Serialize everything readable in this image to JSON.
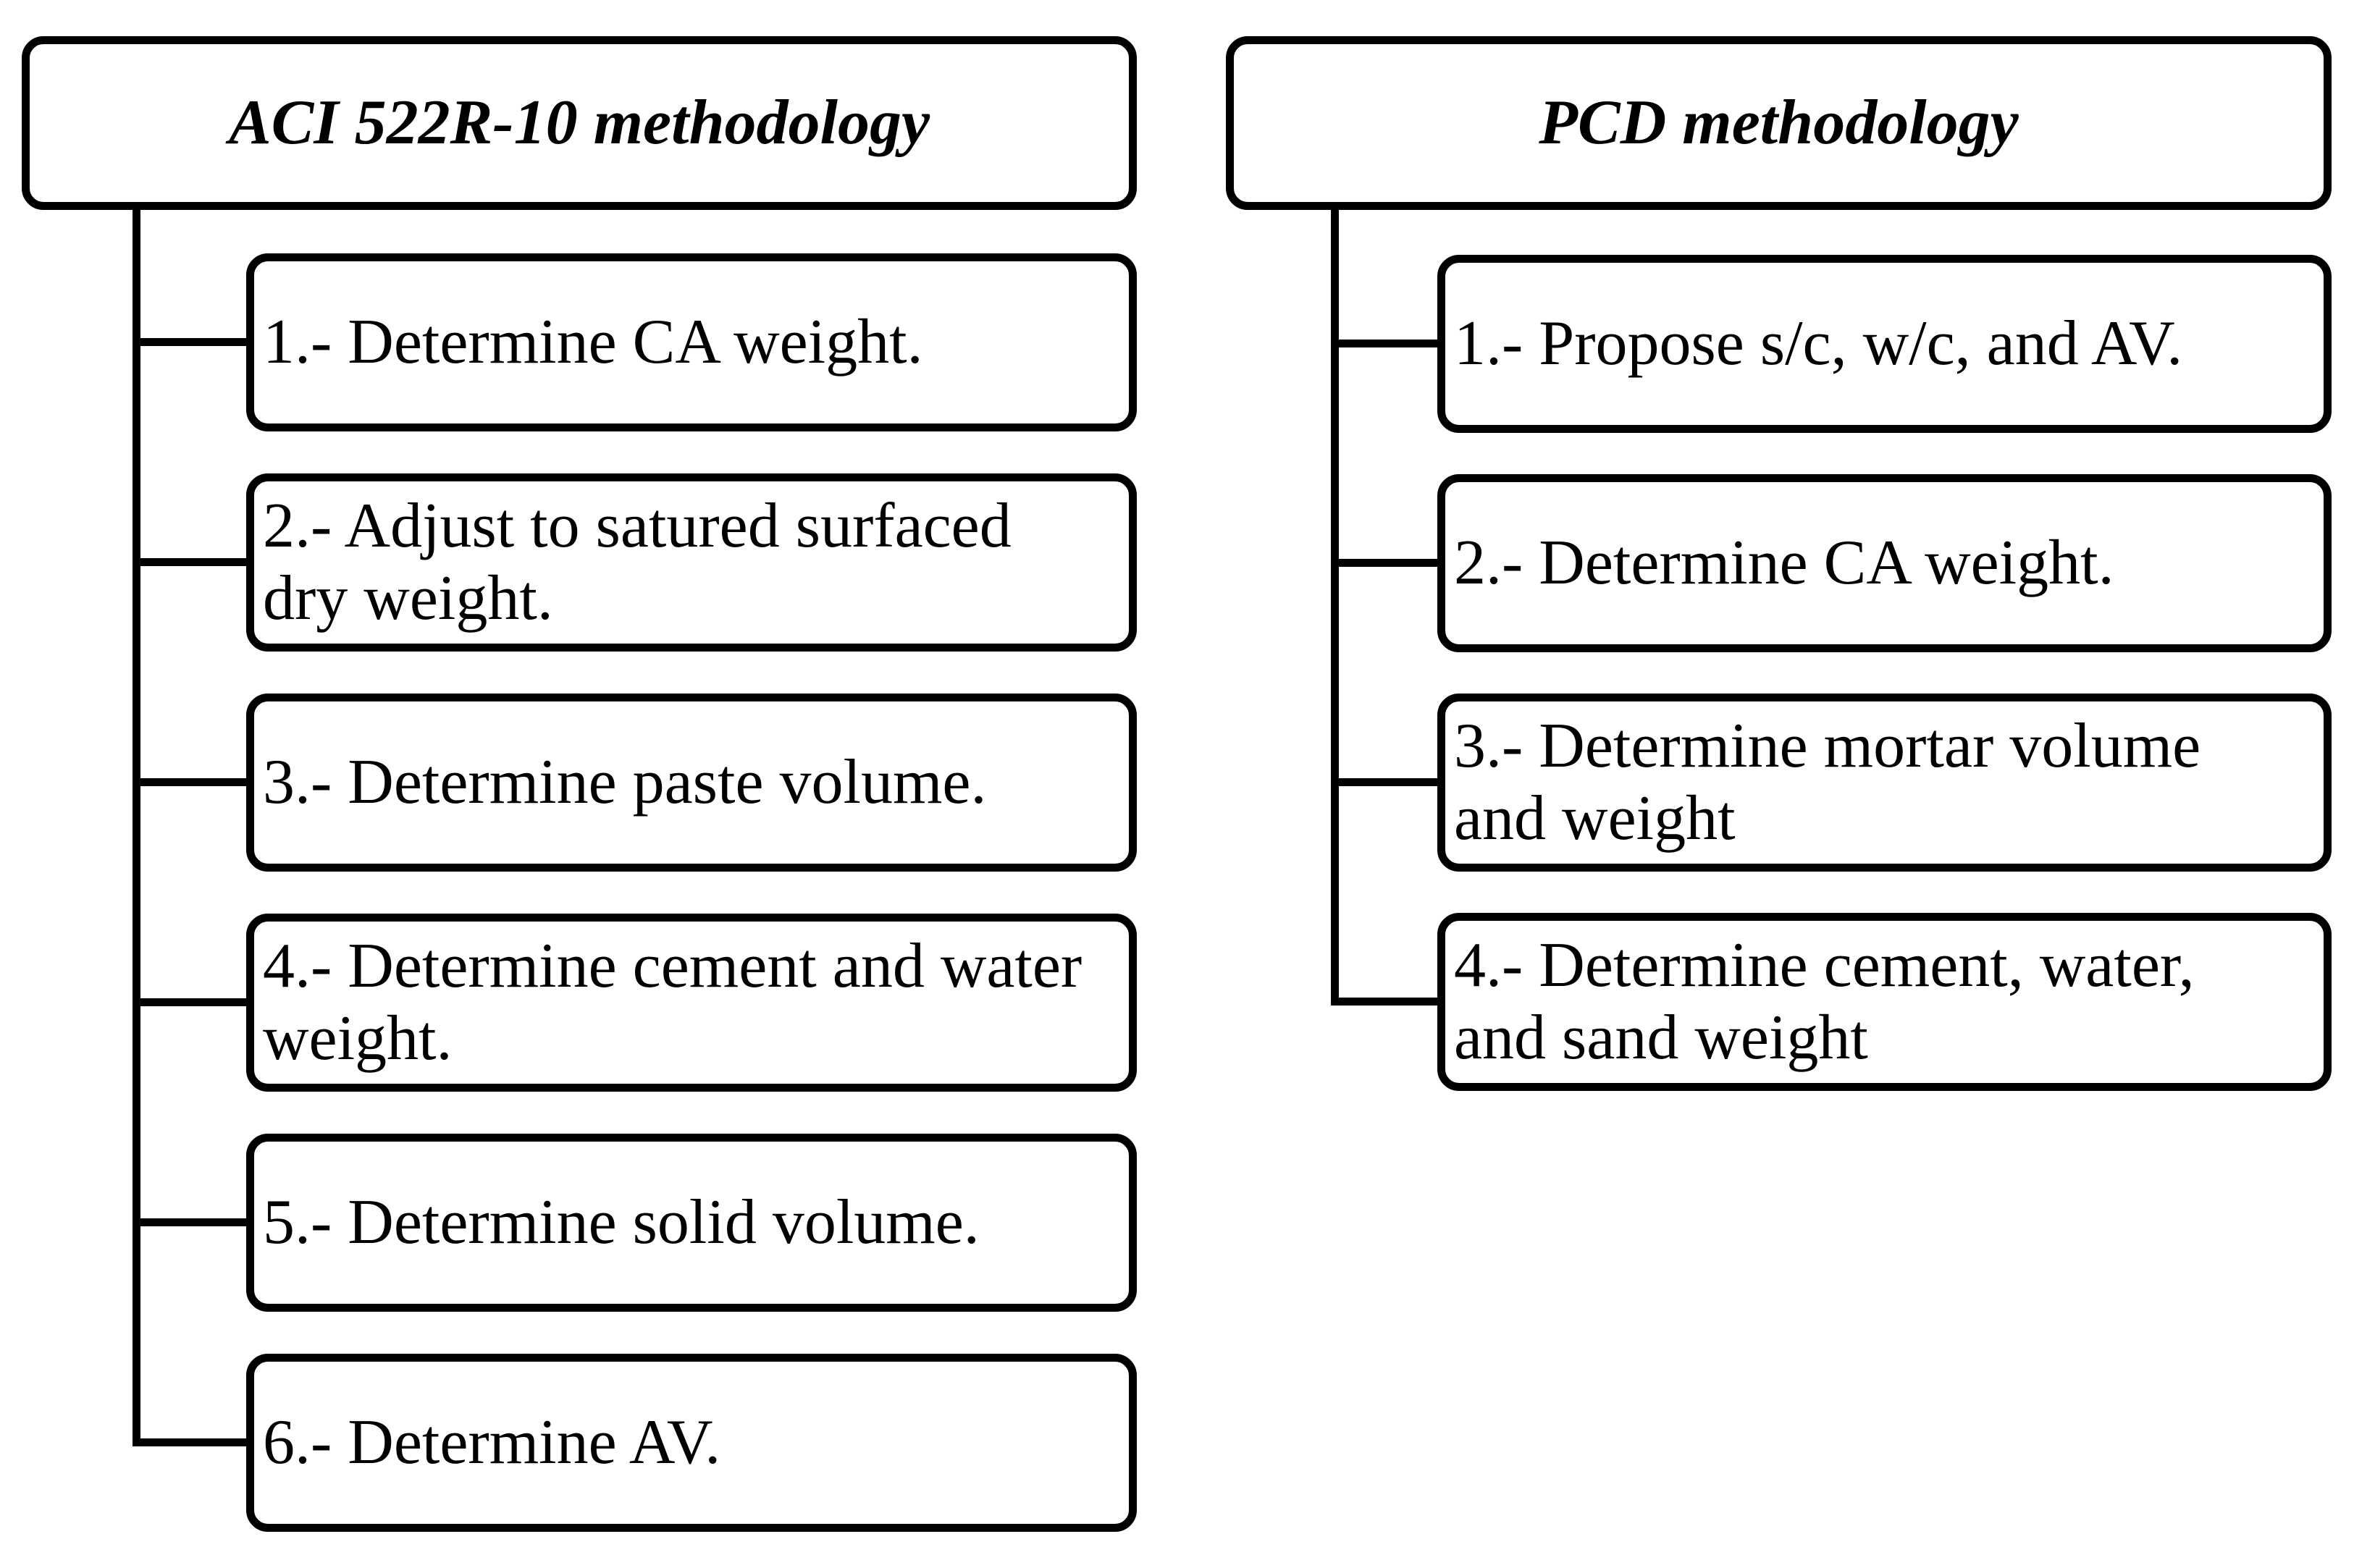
{
  "columns": [
    {
      "title": "ACI 522R-10 methodology",
      "steps": [
        "1.- Determine CA weight.",
        "2.- Adjust to satured surfaced dry weight.",
        "3.- Determine paste volume.",
        "4.- Determine cement and water weight.",
        "5.- Determine solid volume.",
        "6.- Determine AV."
      ]
    },
    {
      "title": "PCD methodology",
      "steps": [
        "1.- Propose s/c, w/c, and AV.",
        "2.- Determine CA weight.",
        "3.- Determine mortar volume and weight",
        "4.- Determine cement, water, and sand weight"
      ]
    }
  ],
  "colors": {
    "line": "#000000",
    "background": "#ffffff",
    "text": "#000000"
  }
}
